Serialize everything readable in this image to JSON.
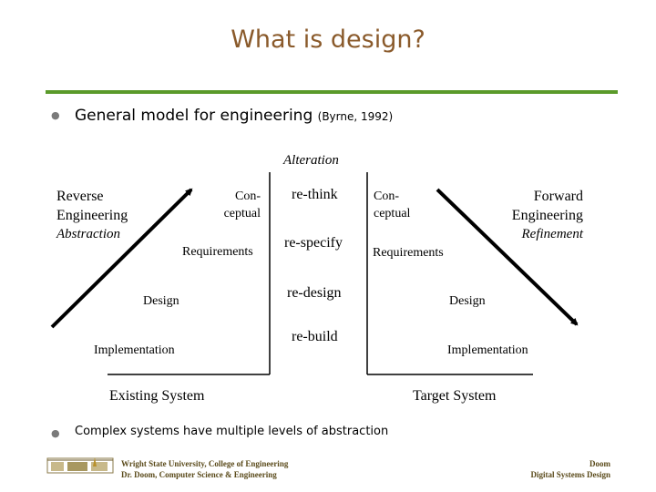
{
  "title": "What is design?",
  "bullets": [
    {
      "text": "General model for engineering",
      "citation": "(Byrne, 1992)"
    },
    {
      "text": "Complex systems have multiple levels of abstraction"
    }
  ],
  "diagram": {
    "alteration": "Alteration",
    "left": {
      "title_line1": "Reverse",
      "title_line2": "Engineering",
      "subtitle": "Abstraction",
      "levels": {
        "conceptual_1": "Con-",
        "conceptual_2": "ceptual",
        "requirements": "Requirements",
        "design": "Design",
        "implementation": "Implementation"
      },
      "system": "Existing System"
    },
    "middle": [
      "re-think",
      "re-specify",
      "re-design",
      "re-build"
    ],
    "right": {
      "title_line1": "Forward",
      "title_line2": "Engineering",
      "subtitle": "Refinement",
      "levels": {
        "conceptual_1": "Con-",
        "conceptual_2": "ceptual",
        "requirements": "Requirements",
        "design": "Design",
        "implementation": "Implementation"
      },
      "system": "Target System"
    }
  },
  "footer": {
    "left_line1": "Wright State University, College of Engineering",
    "left_line2": "Dr. Doom, Computer Science & Engineering",
    "right_line1": "Doom",
    "right_line2": "Digital Systems Design"
  },
  "colors": {
    "title": "#8a5a2b",
    "rule": "#5a9a2a",
    "bullet": "#7a7a7a"
  }
}
